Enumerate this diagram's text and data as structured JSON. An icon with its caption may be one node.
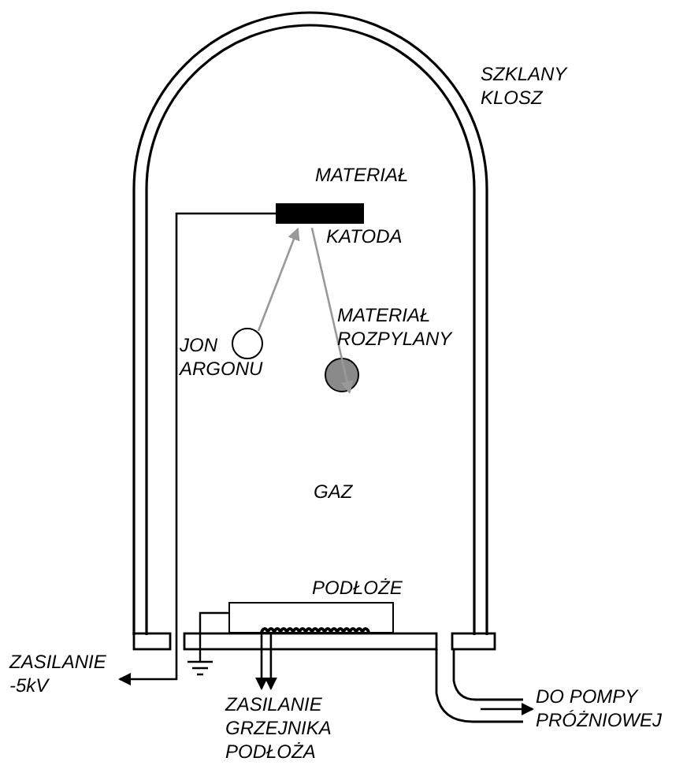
{
  "diagram": {
    "nodes": [
      {
        "text": [],
        "shape": "dome",
        "beside": [
          "SZKLANY KLOSZ"
        ]
      },
      {
        "text": [],
        "shape": "bar",
        "beside": [
          "MATERIAŁ",
          "KATODA"
        ],
        "in": 0
      },
      {
        "text": [],
        "shape": "circle",
        "beside": [
          "JON ARGONU"
        ],
        "in": 0
      },
      {
        "text": [],
        "shape": "circle",
        "beside": [
          "MATERIAŁ ROZPYLANY"
        ],
        "in": 0
      },
      {
        "text": [],
        "shape": "box",
        "beside": [
          "PODŁOŻE"
        ],
        "in": 0
      },
      {
        "text": [],
        "shape": "coil",
        "in": 4
      },
      {
        "text": [
          "ZASILANIE -5kV"
        ]
      },
      {
        "text": [
          "ZASILANIE GRZEJNIKA PODŁOŻA"
        ]
      },
      {
        "text": [
          "DO POMPY PRÓŻNIOWEJ"
        ]
      }
    ],
    "edges": [
      {
        "from": 2,
        "to": 1,
        "arrow": "to",
        "color": "#999999"
      },
      {
        "from": 1,
        "to": 3,
        "arrow": "to",
        "color": "#999999"
      },
      {
        "from": 1,
        "to": 6,
        "arrow": "to"
      },
      {
        "from": 5,
        "to": 7,
        "arrow": "to"
      },
      {
        "from": 5,
        "to": 7,
        "arrow": "to"
      },
      {
        "from": null,
        "to": 8,
        "arrow": "to"
      }
    ],
    "labels": [
      "GAZ"
    ]
  }
}
